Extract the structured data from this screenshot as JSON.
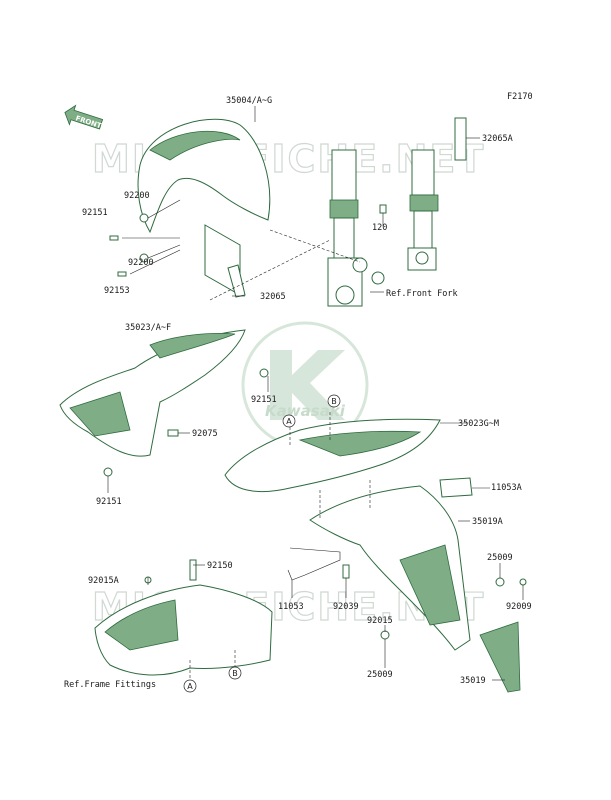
{
  "figure_code": "F2170",
  "front_badge": "FRONT",
  "watermarks": [
    "MICROFICHE.NET",
    "MICROFICHE.NET"
  ],
  "logo_text": "Kawasaki",
  "labels": {
    "p35004": "35004/A~G",
    "p32065A": "32065A",
    "p92200a": "92200",
    "p92151a": "92151",
    "p120": "120",
    "p92153": "92153",
    "p92200b": "92200",
    "p32065": "32065",
    "refFork": "Ref.Front Fork",
    "p35023": "35023/A~F",
    "p92151b": "92151",
    "p92075": "92075",
    "p35023G": "35023G~M",
    "p92151c": "92151",
    "p11053A": "11053A",
    "p35019A": "35019A",
    "p92015A": "92015A",
    "p92150": "92150",
    "p25009a": "25009",
    "p11053": "11053",
    "p92039": "92039",
    "p92009": "92009",
    "p92015": "92015",
    "p25009b": "25009",
    "refFrame": "Ref.Frame Fittings",
    "p35019": "35019"
  },
  "ref_markers": [
    "A",
    "B",
    "A",
    "B"
  ],
  "colors": {
    "part_line": "#2f6b3f",
    "part_fill": "#7fae86",
    "watermark": "#cfd8d1",
    "text": "#1a1a1a"
  }
}
